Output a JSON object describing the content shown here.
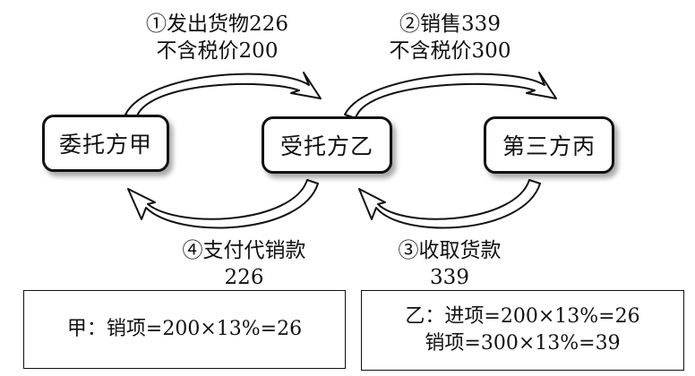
{
  "nodes": {
    "a": "委托方甲",
    "b": "受托方乙",
    "c": "第三方丙"
  },
  "flows": {
    "f1": {
      "line1": "①发出货物226",
      "line2": "不含税价200"
    },
    "f2": {
      "line1": "②销售339",
      "line2": "不含税价300"
    },
    "f3": {
      "line1": "③收取货款",
      "line2": "339"
    },
    "f4": {
      "line1": "④支付代销款",
      "line2": "226"
    }
  },
  "notes": {
    "left": {
      "line1": "甲：销项=200×13%=26"
    },
    "right": {
      "line1": "乙：进项=200×13%=26",
      "line2": "销项=300×13%=39"
    }
  }
}
